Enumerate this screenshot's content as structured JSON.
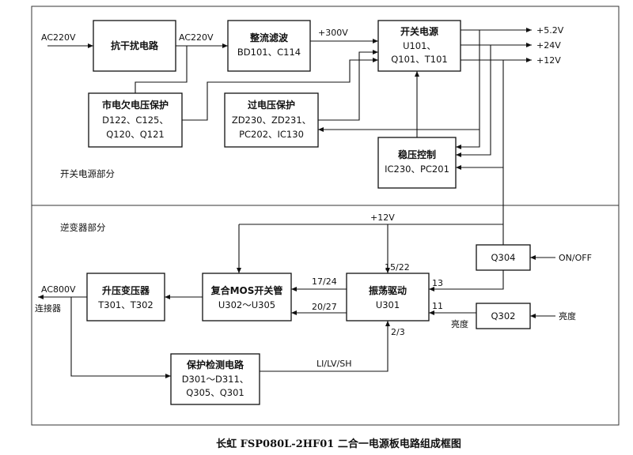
{
  "caption": "长虹 FSP080L-2HF01 二合一电源板电路组成框图",
  "sections": {
    "psu": "开关电源部分",
    "inverter": "逆变器部分"
  },
  "blocks": {
    "emi": {
      "line1": "抗干扰电路"
    },
    "rectifier": {
      "line1": "整流滤波",
      "line2": "BD101、C114"
    },
    "smps": {
      "line1": "开关电源",
      "line2": "U101、",
      "line3": "Q101、T101"
    },
    "mains_protect": {
      "line1": "市电欠电压保护",
      "line2": "D122、C125、",
      "line3": "Q120、Q121"
    },
    "ovp": {
      "line1": "过电压保护",
      "line2": "ZD230、ZD231、",
      "line3": "PC202、IC130"
    },
    "regulator": {
      "line1": "稳压控制",
      "line2": "IC230、PC201"
    },
    "q304": {
      "line1": "Q304"
    },
    "q302": {
      "line1": "Q302"
    },
    "oscillator": {
      "line1": "振荡驱动",
      "line2": "U301"
    },
    "mos_switch": {
      "line1": "复合MOS开关管",
      "line2": "U302～U305"
    },
    "boost_xfmr": {
      "line1": "升压变压器",
      "line2": "T301、T302"
    },
    "protect_detect": {
      "line1": "保护检测电路",
      "line2": "D301～D311、",
      "line3": "Q305、Q301"
    }
  },
  "signals": {
    "ac_in": "AC220V",
    "ac_mid": "AC220V",
    "dc300": "+300V",
    "out_5v2": "+5.2V",
    "out_24v": "+24V",
    "out_12v": "+12V",
    "inv_12v": "+12V",
    "onoff": "ON/OFF",
    "brightness_in": "亮度",
    "brightness_label": "亮度",
    "pin_13": "13",
    "pin_11": "11",
    "pin_1522": "15/22",
    "pin_1724": "17/24",
    "pin_2027": "20/27",
    "pin_23": "2/3",
    "li_lv_sh": "LI/LV/SH",
    "ac800v": "AC800V",
    "connector": "连接器"
  }
}
